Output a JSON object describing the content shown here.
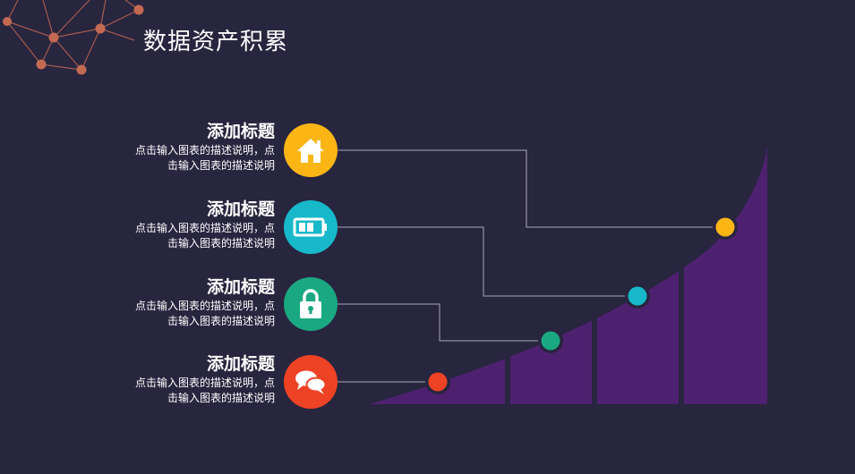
{
  "slide": {
    "title": "数据资产积累"
  },
  "items": [
    {
      "heading": "添加标题",
      "desc_line1": "点击输入图表的描述说明，点",
      "desc_line2": "击输入图表的描述说明",
      "icon": "home-icon",
      "color": "#fbb615"
    },
    {
      "heading": "添加标题",
      "desc_line1": "点击输入图表的描述说明，点",
      "desc_line2": "击输入图表的描述说明",
      "icon": "battery-icon",
      "color": "#16b8c9"
    },
    {
      "heading": "添加标题",
      "desc_line1": "点击输入图表的描述说明，点",
      "desc_line2": "击输入图表的描述说明",
      "icon": "lock-icon",
      "color": "#1aa882"
    },
    {
      "heading": "添加标题",
      "desc_line1": "点击输入图表的描述说明，点",
      "desc_line2": "击输入图表的描述说明",
      "icon": "chat-bubbles-icon",
      "color": "#ee4224"
    }
  ],
  "colors": {
    "background": "#28253f",
    "area": "#4f2270",
    "network": "#c46a52",
    "connector": "#a9a7b3"
  }
}
